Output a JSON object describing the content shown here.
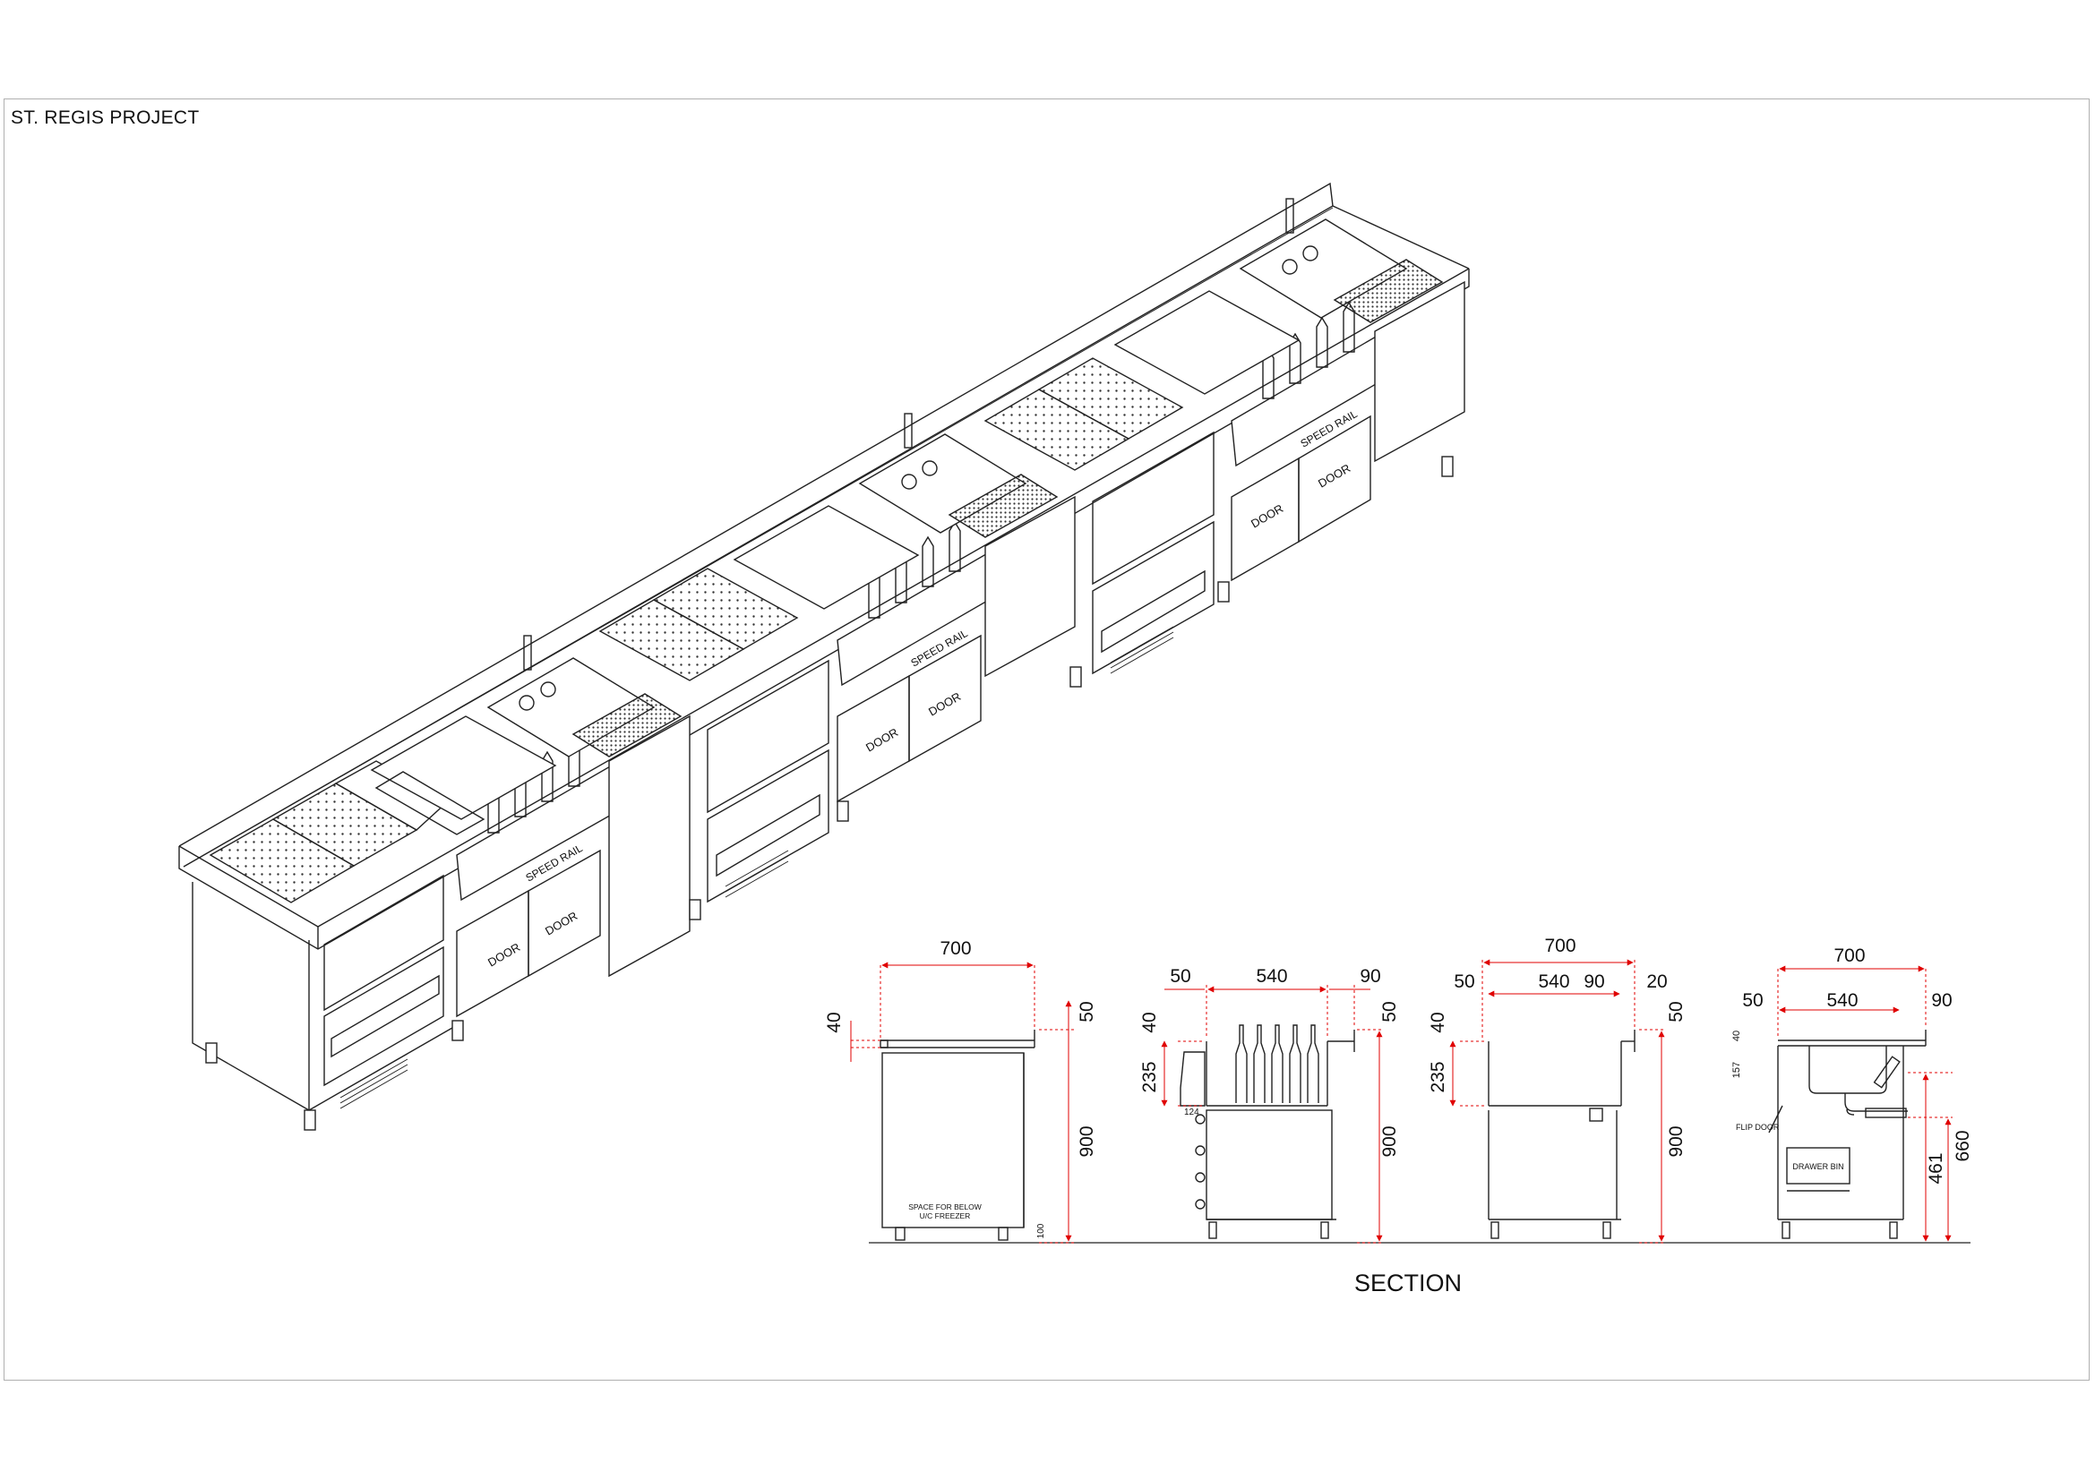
{
  "project_title": "ST. REGIS PROJECT",
  "section_label": "SECTION",
  "iso_labels": {
    "speed_rail": "SPEED RAIL",
    "door": "DOOR"
  },
  "section_1": {
    "width": "700",
    "top": "50",
    "lip": "40",
    "height": "900",
    "leg": "100",
    "note_line1": "SPACE FOR BELOW",
    "note_line2": "U/C FREEZER"
  },
  "section_2": {
    "width": "540",
    "left": "50",
    "right": "90",
    "top": "50",
    "lip": "40",
    "well": "235",
    "small": "124",
    "height": "900"
  },
  "section_3": {
    "overall": "700",
    "left": "50",
    "width": "540",
    "right": "90",
    "edge": "20",
    "top": "50",
    "lip": "40",
    "well": "235",
    "height": "900"
  },
  "section_4": {
    "overall": "700",
    "left": "50",
    "width": "540",
    "right": "90",
    "lip": "40",
    "sink": "157",
    "flip_door": "FLIP DOOR",
    "drawer_bin": "DRAWER BIN",
    "h1": "461",
    "h2": "660"
  }
}
